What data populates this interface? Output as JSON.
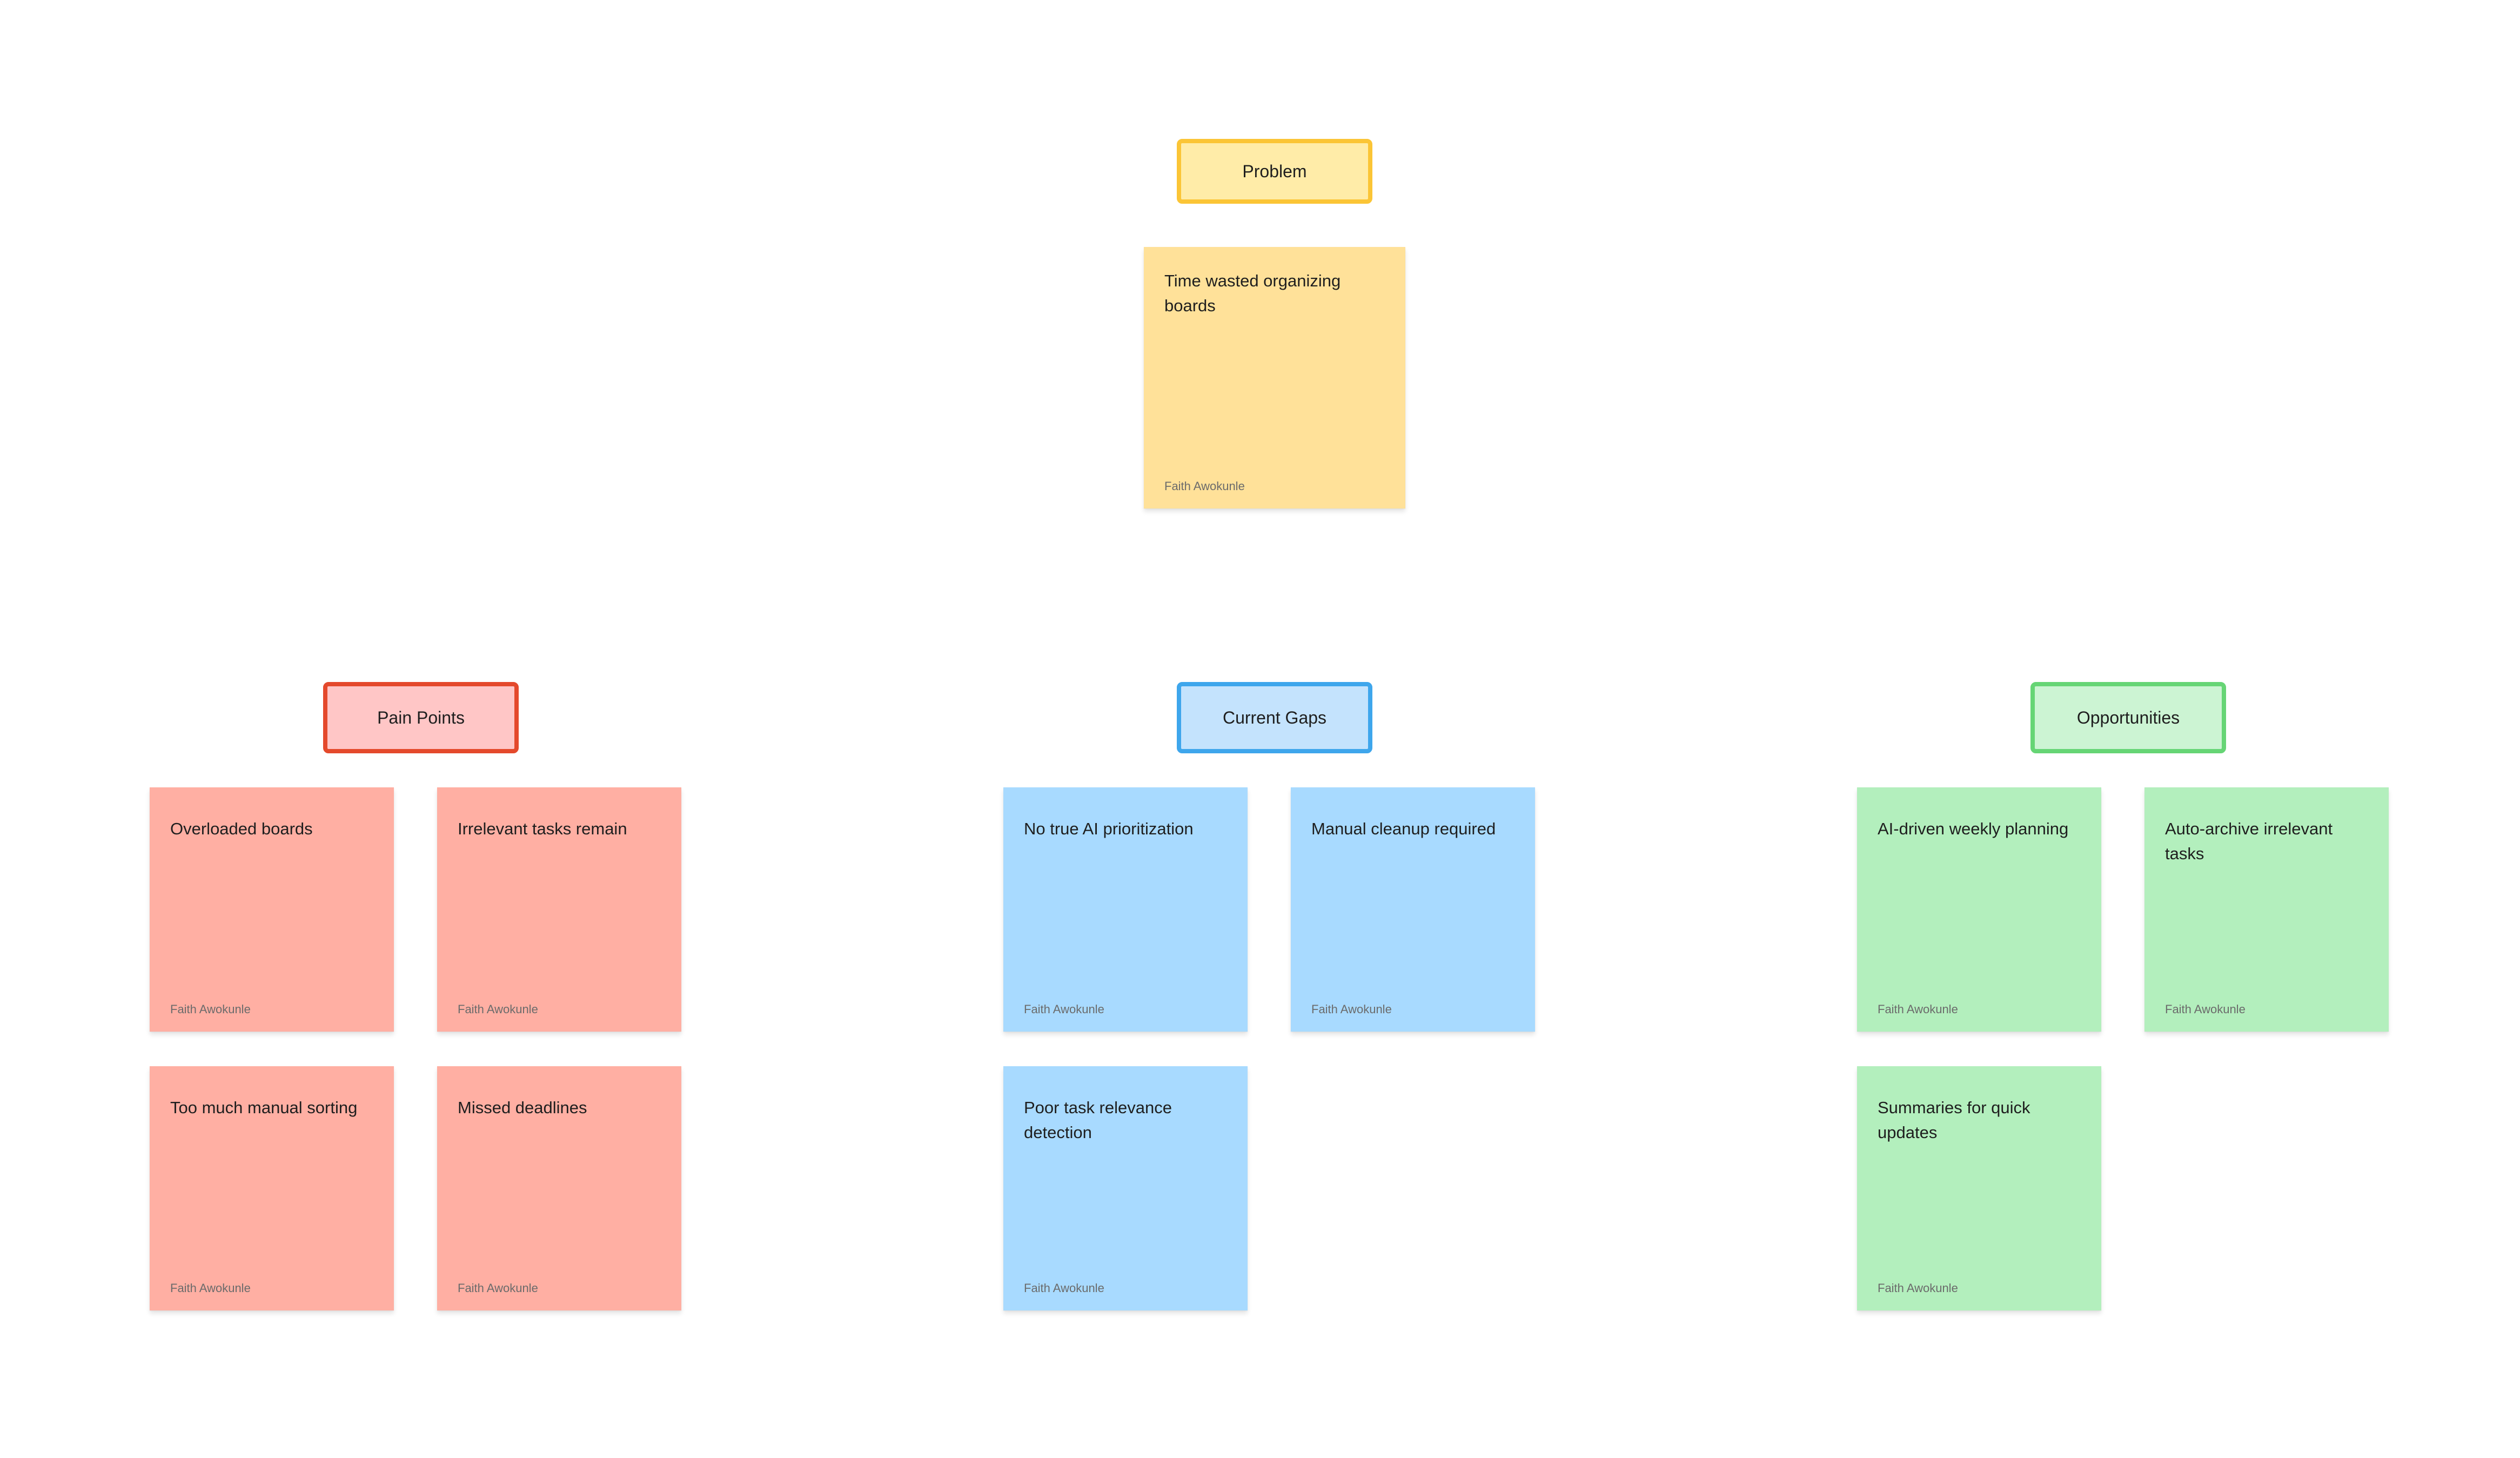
{
  "colors": {
    "problem_fill": "#ffeca8",
    "problem_border": "#fbc536",
    "problem_note": "#ffe199",
    "pain_fill": "#ffc6c6",
    "pain_border": "#e4492c",
    "pain_note": "#ffafa3",
    "gaps_fill": "#c4e3fd",
    "gaps_border": "#3ea6ec",
    "gaps_note": "#a8daff",
    "opportunities_fill": "#ccf4d3",
    "opportunities_border": "#66d575",
    "opportunities_note": "#b3efbd"
  },
  "problem": {
    "label": "Problem",
    "notes": [
      {
        "text": "Time wasted organizing boards",
        "author": "Faith Awokunle"
      }
    ]
  },
  "pain_points": {
    "label": "Pain Points",
    "notes": [
      {
        "text": "Overloaded boards",
        "author": "Faith Awokunle"
      },
      {
        "text": "Irrelevant tasks remain",
        "author": "Faith Awokunle"
      },
      {
        "text": "Too much manual sorting",
        "author": "Faith Awokunle"
      },
      {
        "text": "Missed deadlines",
        "author": "Faith Awokunle"
      }
    ]
  },
  "current_gaps": {
    "label": "Current Gaps",
    "notes": [
      {
        "text": "No true AI prioritization",
        "author": "Faith Awokunle"
      },
      {
        "text": "Manual cleanup required",
        "author": "Faith Awokunle"
      },
      {
        "text": "Poor task relevance detection",
        "author": "Faith Awokunle"
      }
    ]
  },
  "opportunities": {
    "label": "Opportunities",
    "notes": [
      {
        "text": "AI-driven weekly planning",
        "author": "Faith Awokunle"
      },
      {
        "text": "Auto-archive irrelevant tasks",
        "author": "Faith Awokunle"
      },
      {
        "text": "Summaries for quick updates",
        "author": "Faith Awokunle"
      }
    ]
  }
}
